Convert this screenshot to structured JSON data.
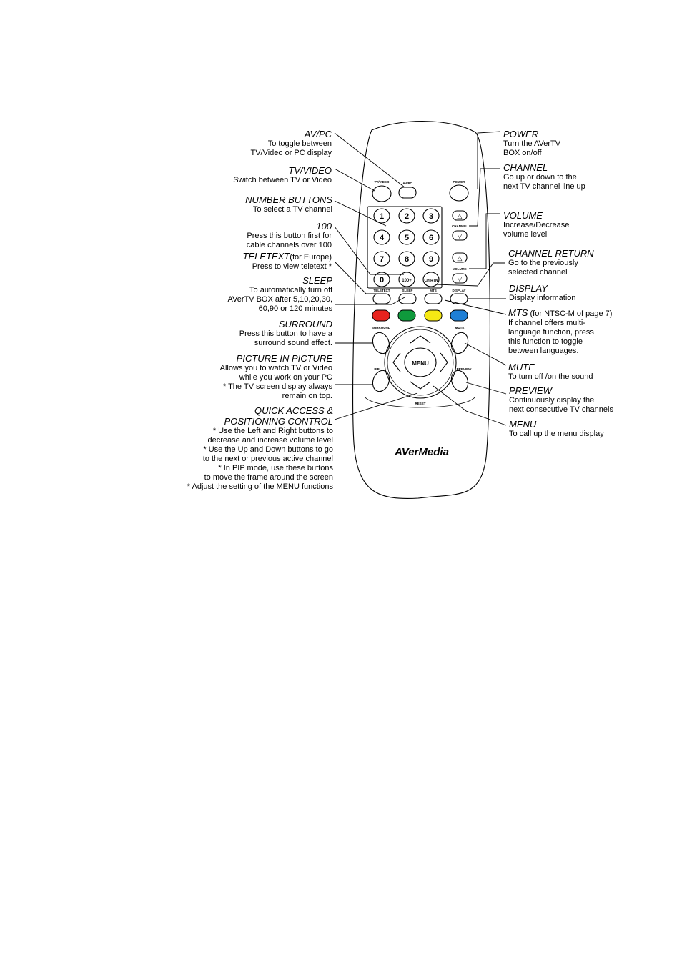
{
  "remote": {
    "brand": "AVerMedia",
    "keys": {
      "tv_video": "TV/VIDEO",
      "av_pc": "AV/PC",
      "power": "POWER",
      "channel": "CHANNEL",
      "volume": "VOLUME",
      "teletext": "TELETEXT",
      "sleep": "SLEEP",
      "mts": "MTS",
      "display": "DISPLAY",
      "surround": "SURROUND",
      "mute": "MUTE",
      "pip": "PIP",
      "preview": "PREVIEW",
      "menu": "MENU",
      "reset": "RESET",
      "hundred": "100+",
      "ch_return": "CH RTN",
      "digits": [
        "1",
        "2",
        "3",
        "4",
        "5",
        "6",
        "7",
        "8",
        "9",
        "0"
      ]
    },
    "color_keys": [
      "#e8231e",
      "#0f9a3c",
      "#f6e814",
      "#1e7fd6"
    ]
  },
  "labels": {
    "avpc": {
      "title": "AV/PC",
      "desc": [
        "To toggle between",
        "TV/Video or PC display"
      ]
    },
    "tvvideo": {
      "title": "TV/VIDEO",
      "desc": [
        "Switch between TV or Video"
      ]
    },
    "number": {
      "title": "NUMBER BUTTONS",
      "desc": [
        "To select a TV channel"
      ]
    },
    "hundred": {
      "title": "100",
      "desc": [
        "Press this button first for",
        "cable channels over 100"
      ]
    },
    "teletext": {
      "title": "TELETEXT",
      "note": "(for Europe)",
      "desc": [
        "Press to view teletext *"
      ]
    },
    "sleep": {
      "title": "SLEEP",
      "desc": [
        "To automatically turn off",
        "AVerTV BOX after 5,10,20,30,",
        "60,90 or 120 minutes"
      ]
    },
    "surround": {
      "title": "SURROUND",
      "desc": [
        "Press this button to  have a",
        "surround sound effect."
      ]
    },
    "pip": {
      "title": "PICTURE IN PICTURE",
      "desc": [
        "Allows you to watch TV or Video",
        "while you work on your PC",
        "* The TV screen display always",
        "remain on top."
      ]
    },
    "quick": {
      "title": [
        "QUICK ACCESS &",
        "POSITIONING CONTROL"
      ],
      "desc": [
        "* Use the Left and Right buttons to",
        "decrease and increase volume level",
        "* Use the Up and Down buttons to go",
        "to the next or previous active channel",
        "*  In  PIP mode, use  these  buttons",
        "to move the frame around the screen",
        "* Adjust the setting of the MENU functions"
      ]
    },
    "power": {
      "title": "POWER",
      "desc": [
        "Turn the AVerTV",
        "BOX on/off"
      ]
    },
    "channel": {
      "title": "CHANNEL",
      "desc": [
        "Go up or down to the",
        "next TV channel line up"
      ]
    },
    "volume": {
      "title": "VOLUME",
      "desc": [
        "Increase/Decrease",
        "volume level"
      ]
    },
    "chreturn": {
      "title": "CHANNEL RETURN",
      "desc": [
        "Go to the previously",
        "selected channel"
      ]
    },
    "display": {
      "title": "DISPLAY",
      "desc": [
        "Display information"
      ]
    },
    "mts": {
      "title": "MTS",
      "note": " (for NTSC-M of page 7)",
      "desc": [
        "If channel offers multi-",
        "language function, press",
        "this function to toggle",
        "between languages."
      ]
    },
    "mute": {
      "title": "MUTE",
      "desc": [
        "To turn off /on the sound"
      ]
    },
    "preview": {
      "title": "PREVIEW",
      "desc": [
        "Continuously display the",
        "next consecutive TV channels"
      ]
    },
    "menu": {
      "title": "MENU",
      "desc": [
        "To call up the menu display"
      ]
    }
  }
}
